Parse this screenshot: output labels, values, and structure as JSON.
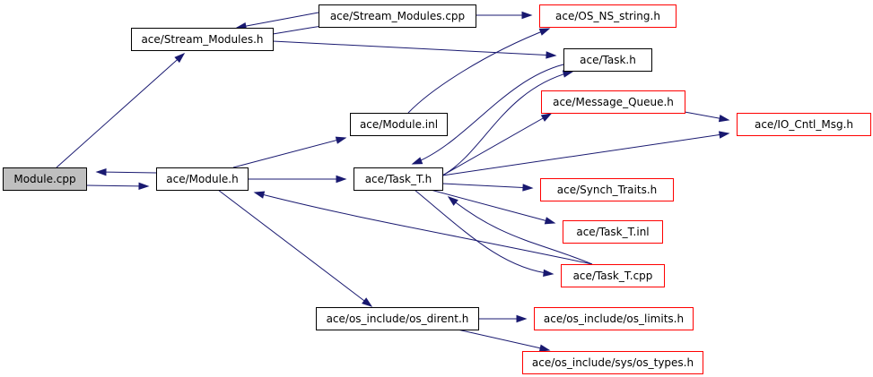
{
  "colors": {
    "edge": "#191970",
    "root_fill": "#bfbfbf",
    "root_border": "#000000",
    "node_border": "#000000",
    "missing_border": "#ff0000",
    "node_fill": "#ffffff",
    "text": "#000000"
  },
  "nodes": [
    {
      "id": "module_cpp",
      "label": "Module.cpp",
      "kind": "root"
    },
    {
      "id": "module_h",
      "label": "ace/Module.h",
      "kind": "normal"
    },
    {
      "id": "stream_modules_h",
      "label": "ace/Stream_Modules.h",
      "kind": "normal"
    },
    {
      "id": "stream_modules_cpp",
      "label": "ace/Stream_Modules.cpp",
      "kind": "normal"
    },
    {
      "id": "os_ns_string_h",
      "label": "ace/OS_NS_string.h",
      "kind": "missing"
    },
    {
      "id": "task_h",
      "label": "ace/Task.h",
      "kind": "normal"
    },
    {
      "id": "module_inl",
      "label": "ace/Module.inl",
      "kind": "normal"
    },
    {
      "id": "message_queue_h",
      "label": "ace/Message_Queue.h",
      "kind": "missing"
    },
    {
      "id": "io_cntl_msg_h",
      "label": "ace/IO_Cntl_Msg.h",
      "kind": "missing"
    },
    {
      "id": "task_t_h",
      "label": "ace/Task_T.h",
      "kind": "normal"
    },
    {
      "id": "synch_traits_h",
      "label": "ace/Synch_Traits.h",
      "kind": "missing"
    },
    {
      "id": "task_t_inl",
      "label": "ace/Task_T.inl",
      "kind": "missing"
    },
    {
      "id": "task_t_cpp",
      "label": "ace/Task_T.cpp",
      "kind": "missing"
    },
    {
      "id": "os_dirent_h",
      "label": "ace/os_include/os_dirent.h",
      "kind": "normal"
    },
    {
      "id": "os_limits_h",
      "label": "ace/os_include/os_limits.h",
      "kind": "missing"
    },
    {
      "id": "os_types_h",
      "label": "ace/os_include/sys/os_types.h",
      "kind": "missing"
    }
  ],
  "edges": [
    {
      "from": "module_cpp",
      "to": "module_h"
    },
    {
      "from": "module_h",
      "to": "module_cpp"
    },
    {
      "from": "module_cpp",
      "to": "stream_modules_h"
    },
    {
      "from": "stream_modules_h",
      "to": "stream_modules_cpp"
    },
    {
      "from": "stream_modules_cpp",
      "to": "stream_modules_h"
    },
    {
      "from": "stream_modules_cpp",
      "to": "os_ns_string_h"
    },
    {
      "from": "stream_modules_h",
      "to": "task_h"
    },
    {
      "from": "module_h",
      "to": "module_inl"
    },
    {
      "from": "module_inl",
      "to": "os_ns_string_h"
    },
    {
      "from": "module_h",
      "to": "task_t_h"
    },
    {
      "from": "task_h",
      "to": "task_t_h"
    },
    {
      "from": "task_t_h",
      "to": "task_h"
    },
    {
      "from": "task_t_h",
      "to": "message_queue_h"
    },
    {
      "from": "message_queue_h",
      "to": "io_cntl_msg_h"
    },
    {
      "from": "task_t_h",
      "to": "io_cntl_msg_h"
    },
    {
      "from": "task_t_h",
      "to": "synch_traits_h"
    },
    {
      "from": "task_t_h",
      "to": "task_t_inl"
    },
    {
      "from": "task_t_h",
      "to": "task_t_cpp"
    },
    {
      "from": "task_t_cpp",
      "to": "task_t_h"
    },
    {
      "from": "task_t_cpp",
      "to": "module_h"
    },
    {
      "from": "module_h",
      "to": "os_dirent_h"
    },
    {
      "from": "os_dirent_h",
      "to": "os_limits_h"
    },
    {
      "from": "os_dirent_h",
      "to": "os_types_h"
    }
  ]
}
